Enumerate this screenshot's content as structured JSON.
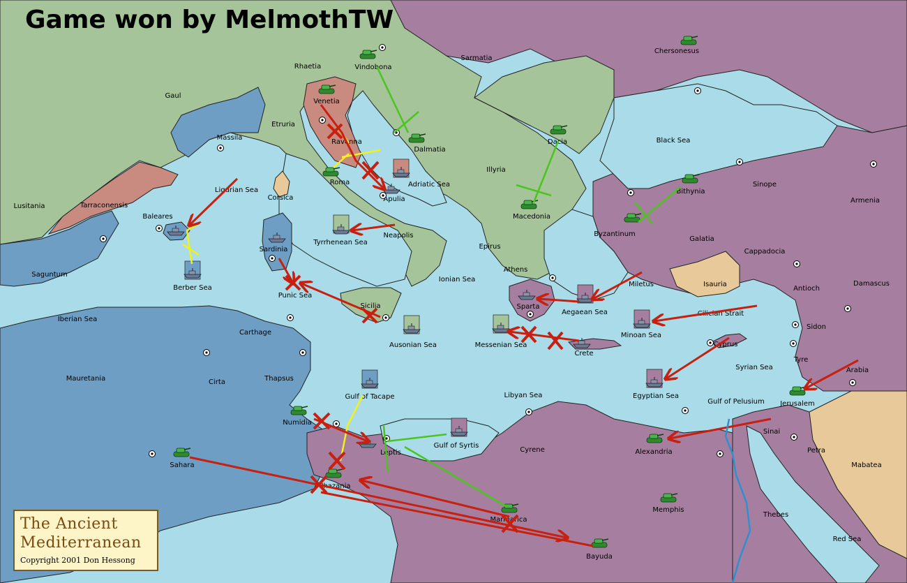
{
  "title": "Game won by MelmothTW",
  "logo": {
    "line1": "The Ancient",
    "line2": "Mediterranean",
    "copyright": "Copyright  2001  Don Hessong"
  },
  "colors": {
    "sea": "#a9dce8",
    "neutral_land": "#a5c49a",
    "purple_power": "#a67ea0",
    "blue_power": "#6e9ec4",
    "pink_power": "#c98a80",
    "tan_land": "#e8c99a",
    "tank": "#3a9a3a",
    "attack_arrow": "#c82010",
    "support_arrow": "#f3f01a",
    "convoy_arrow": "#4bc51d"
  },
  "regions": [
    {
      "name": "Gaul"
    },
    {
      "name": "Rhaetia"
    },
    {
      "name": "Vindobona"
    },
    {
      "name": "Sarmatia"
    },
    {
      "name": "Chersonesus"
    },
    {
      "name": "Massila"
    },
    {
      "name": "Etruria"
    },
    {
      "name": "Venetia"
    },
    {
      "name": "Ravenna"
    },
    {
      "name": "Dalmatia"
    },
    {
      "name": "Dacia"
    },
    {
      "name": "Illyria"
    },
    {
      "name": "Black Sea"
    },
    {
      "name": "Lusitania"
    },
    {
      "name": "Tarraconensis"
    },
    {
      "name": "Ligurian Sea"
    },
    {
      "name": "Corsica"
    },
    {
      "name": "Roma"
    },
    {
      "name": "Apulia"
    },
    {
      "name": "Adriatic Sea"
    },
    {
      "name": "Macedonia"
    },
    {
      "name": "Bithynia"
    },
    {
      "name": "Sinope"
    },
    {
      "name": "Armenia"
    },
    {
      "name": "Baleares"
    },
    {
      "name": "Sardinia"
    },
    {
      "name": "Tyrrhenean Sea"
    },
    {
      "name": "Neapolis"
    },
    {
      "name": "Epirus"
    },
    {
      "name": "Byzantinum"
    },
    {
      "name": "Galatia"
    },
    {
      "name": "Cappadocia"
    },
    {
      "name": "Saguntum"
    },
    {
      "name": "Berber Sea"
    },
    {
      "name": "Punic Sea"
    },
    {
      "name": "Athens"
    },
    {
      "name": "Ionian Sea"
    },
    {
      "name": "Miletus"
    },
    {
      "name": "Isauria"
    },
    {
      "name": "Antioch"
    },
    {
      "name": "Damascus"
    },
    {
      "name": "Iberian Sea"
    },
    {
      "name": "Sicilia"
    },
    {
      "name": "Sparta"
    },
    {
      "name": "Aegaean Sea"
    },
    {
      "name": "Cilician Strait"
    },
    {
      "name": "Sidon"
    },
    {
      "name": "Carthage"
    },
    {
      "name": "Ausonian Sea"
    },
    {
      "name": "Messenian Sea"
    },
    {
      "name": "Minoan Sea"
    },
    {
      "name": "Crete"
    },
    {
      "name": "Cyprus"
    },
    {
      "name": "Tyre"
    },
    {
      "name": "Mauretania"
    },
    {
      "name": "Cirta"
    },
    {
      "name": "Thapsus"
    },
    {
      "name": "Gulf of Tacape"
    },
    {
      "name": "Libyan Sea"
    },
    {
      "name": "Syrian Sea"
    },
    {
      "name": "Arabia"
    },
    {
      "name": "Egyptian Sea"
    },
    {
      "name": "Gulf of Pelusium"
    },
    {
      "name": "Jerusalem"
    },
    {
      "name": "Numidia"
    },
    {
      "name": "Gulf of Syrtis"
    },
    {
      "name": "Sinai"
    },
    {
      "name": "Leptis"
    },
    {
      "name": "Cyrene"
    },
    {
      "name": "Alexandria"
    },
    {
      "name": "Petra"
    },
    {
      "name": "Sahara"
    },
    {
      "name": "Mabatea"
    },
    {
      "name": "Phazania"
    },
    {
      "name": "Memphis"
    },
    {
      "name": "Marmarica"
    },
    {
      "name": "Thebes"
    },
    {
      "name": "Red Sea"
    },
    {
      "name": "Bayuda"
    }
  ]
}
